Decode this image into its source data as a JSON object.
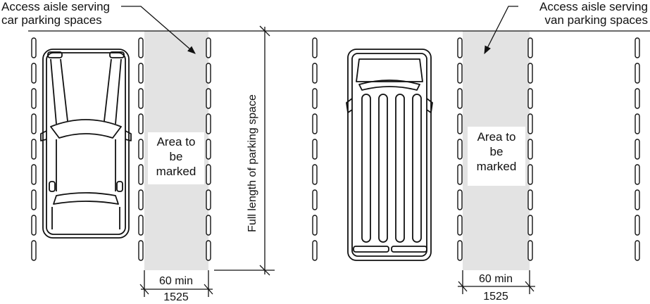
{
  "callouts": {
    "car_aisle_line1": "Access aisle serving",
    "car_aisle_line2": "car parking spaces",
    "van_aisle_line1": "Access aisle serving",
    "van_aisle_line2": "van parking spaces"
  },
  "aisles": {
    "car": {
      "line1": "Area to",
      "line2": "be",
      "line3": "marked"
    },
    "van": {
      "line1": "Area to",
      "line2": "be",
      "line3": "marked"
    }
  },
  "dimensions": {
    "car_width_in": "60 min",
    "car_width_mm": "1525",
    "van_width_in": "60 min",
    "van_width_mm": "1525",
    "space_length": "Full length of parking space"
  },
  "colors": {
    "aisle_fill": "#e3e3e3",
    "stroke": "#111111"
  }
}
